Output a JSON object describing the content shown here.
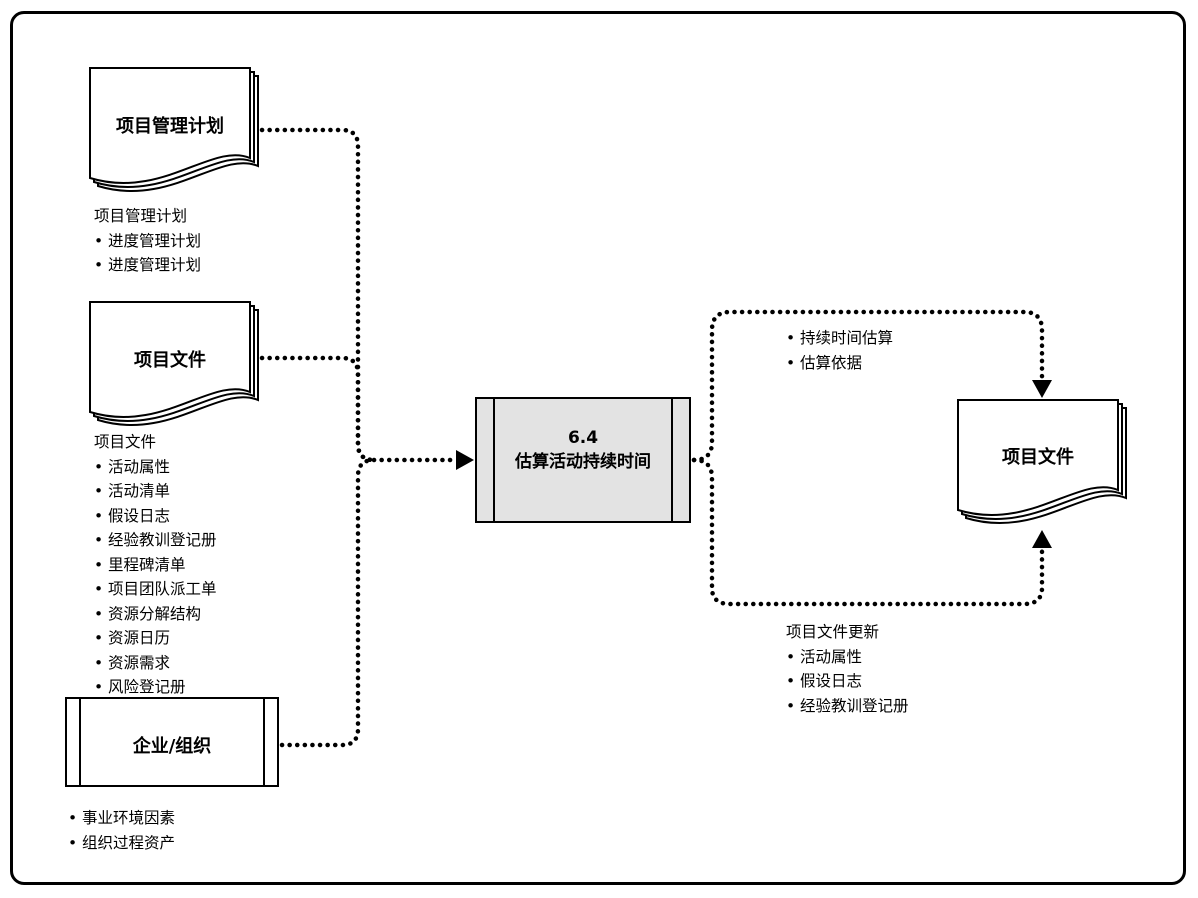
{
  "inputs": {
    "plan": {
      "title": "项目管理计划",
      "heading": "项目管理计划",
      "items": [
        "进度管理计划",
        "进度管理计划"
      ]
    },
    "docs": {
      "title": "项目文件",
      "heading": "项目文件",
      "items": [
        "活动属性",
        "活动清单",
        "假设日志",
        "经验教训登记册",
        "里程碑清单",
        "项目团队派工单",
        "资源分解结构",
        "资源日历",
        "资源需求",
        "风险登记册"
      ]
    },
    "org": {
      "title": "企业/组织",
      "items": [
        "事业环境因素",
        "组织过程资产"
      ]
    }
  },
  "process": {
    "number": "6.4",
    "name": "估算活动持续时间"
  },
  "outputs": {
    "top_items": [
      "持续时间估算",
      "估算依据"
    ],
    "docs": {
      "title": "项目文件",
      "heading": "项目文件更新",
      "items": [
        "活动属性",
        "假设日志",
        "经验教训登记册"
      ]
    }
  }
}
